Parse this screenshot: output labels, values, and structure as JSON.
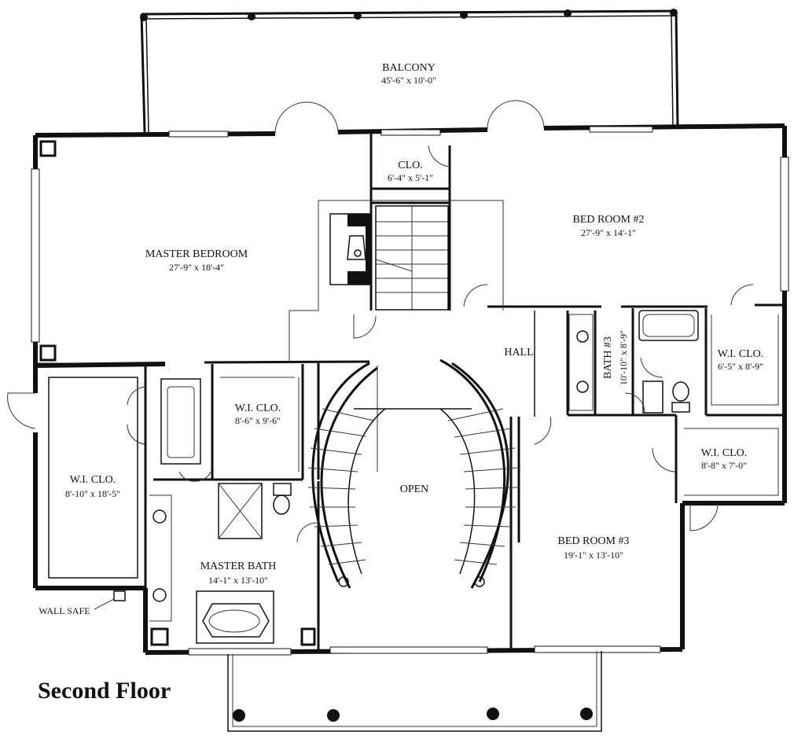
{
  "title": "Second Floor",
  "rooms": {
    "balcony": {
      "name": "BALCONY",
      "dims": "45'-6\" x 10'-0\""
    },
    "closet": {
      "name": "CLO.",
      "dims": "6'-4\" x 5'-1\""
    },
    "master_bedroom": {
      "name": "MASTER BEDROOM",
      "dims": "27'-9\" x 18'-4\""
    },
    "bedroom2": {
      "name": "BED ROOM #2",
      "dims": "27'-9\" x 14'-1\""
    },
    "hall": {
      "name": "HALL"
    },
    "bath3": {
      "name": "BATH #3",
      "dims": "10'-10\" x 8'-9\""
    },
    "wic_bed2": {
      "name": "W.I. CLO.",
      "dims": "6'-5\" x 8'-9\""
    },
    "wic_master_center": {
      "name": "W.I. CLO.",
      "dims": "8'-6\" x 9'-6\""
    },
    "wic_master_left": {
      "name": "W.I. CLO.",
      "dims": "8'-10\" x 18'-5\""
    },
    "wic_bed3": {
      "name": "W.I. CLO.",
      "dims": "8'-8\" x 7'-0\""
    },
    "open": {
      "name": "OPEN"
    },
    "master_bath": {
      "name": "MASTER BATH",
      "dims": "14'-1\" x 13'-10\""
    },
    "bedroom3": {
      "name": "BED ROOM #3",
      "dims": "19'-1\" x 13'-10\""
    },
    "wall_safe": {
      "name": "WALL SAFE"
    }
  }
}
